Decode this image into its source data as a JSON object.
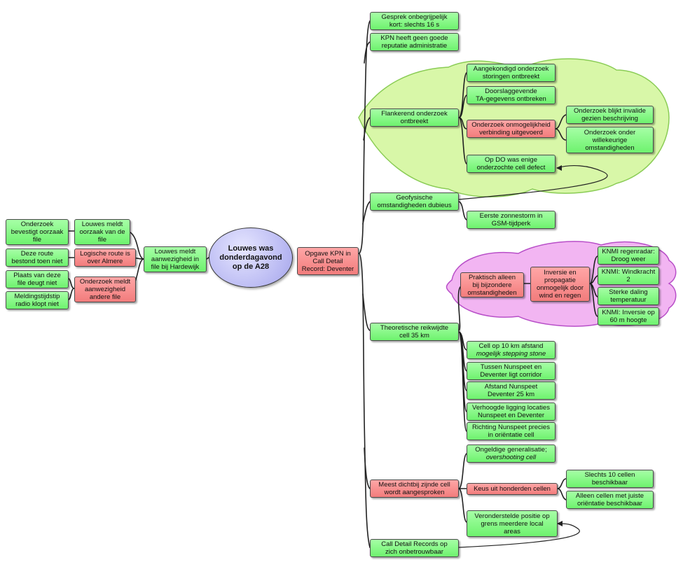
{
  "center": {
    "l1": "Louwes was",
    "l2": "donderdagavond",
    "l3": "op de A28"
  },
  "nodes": [
    {
      "id": "n1",
      "lines": [
        "Onderzoek",
        "bevestigt oorzaak",
        "file"
      ],
      "color": "green"
    },
    {
      "id": "n2",
      "lines": [
        "Louwes meldt",
        "oorzaak van de",
        "file"
      ],
      "color": "green"
    },
    {
      "id": "n3",
      "lines": [
        "Deze route",
        "bestond toen niet"
      ],
      "color": "green"
    },
    {
      "id": "n4",
      "lines": [
        "Logische route is",
        "over Almere"
      ],
      "color": "red"
    },
    {
      "id": "n5",
      "lines": [
        "Plaats van deze",
        "file deugt niet"
      ],
      "color": "green"
    },
    {
      "id": "n6",
      "lines": [
        "Onderzoek meldt",
        "aanwezigheid",
        "andere file"
      ],
      "color": "red"
    },
    {
      "id": "n7",
      "lines": [
        "Meldingstijdstip",
        "radio klopt niet"
      ],
      "color": "green"
    },
    {
      "id": "n8",
      "lines": [
        "Louwes meldt",
        "aanwezigheid in",
        "file bij Hardewijk"
      ],
      "color": "green"
    },
    {
      "id": "n9",
      "lines": [
        "Opgave KPN in",
        "Call Detail",
        "Record: Deventer"
      ],
      "color": "red"
    },
    {
      "id": "n10",
      "lines": [
        "Gesprek onbegrijpelijk",
        "kort: slechts 16 s"
      ],
      "color": "green"
    },
    {
      "id": "n11",
      "lines": [
        "KPN heeft geen goede",
        "reputatie administratie"
      ],
      "color": "green"
    },
    {
      "id": "n12",
      "lines": [
        "Flankerend onderzoek",
        "ontbreekt"
      ],
      "color": "green"
    },
    {
      "id": "n13",
      "lines": [
        "Aangekondigd onderzoek",
        "storingen ontbreekt"
      ],
      "color": "green"
    },
    {
      "id": "n14",
      "lines": [
        "Doorslaggevende",
        "TA-gegevens ontbreken"
      ],
      "color": "green"
    },
    {
      "id": "n15",
      "lines": [
        "Onderzoek onmogelijkheid",
        "verbinding uitgevoerd"
      ],
      "color": "red"
    },
    {
      "id": "n16",
      "lines": [
        "Onderzoek blijkt invalide",
        "gezien beschrijving"
      ],
      "color": "green"
    },
    {
      "id": "n17",
      "lines": [
        "Onderzoek onder",
        "willekeurige",
        "omstandigheden"
      ],
      "color": "green"
    },
    {
      "id": "n18",
      "lines": [
        "Op DO was enige",
        "onderzochte cell defect"
      ],
      "color": "green"
    },
    {
      "id": "n19",
      "lines": [
        "Geofysische",
        "omstandigheden dubieus"
      ],
      "color": "green"
    },
    {
      "id": "n20",
      "lines": [
        "Eerste zonnestorm in",
        "GSM-tijdperk"
      ],
      "color": "green"
    },
    {
      "id": "n21",
      "lines": [
        "KNMI regenradar:",
        "Droog weer"
      ],
      "color": "green"
    },
    {
      "id": "n22",
      "lines": [
        "Praktisch alleen",
        "bij bijzondere",
        "omstandigheden"
      ],
      "color": "red"
    },
    {
      "id": "n23",
      "lines": [
        "Inversie en",
        "propagatie",
        "onmogelijk door",
        "wind en regen"
      ],
      "color": "red"
    },
    {
      "id": "n24",
      "lines": [
        "KNMI: Windkracht",
        "2"
      ],
      "color": "green"
    },
    {
      "id": "n25",
      "lines": [
        "Sterke daling",
        "temperatuur"
      ],
      "color": "green"
    },
    {
      "id": "n26",
      "lines": [
        "KNMI: Inversie op",
        "60 m hoogte"
      ],
      "color": "green"
    },
    {
      "id": "n27",
      "lines": [
        "Theoretische reikwijdte",
        "cell 35 km"
      ],
      "color": "green"
    },
    {
      "id": "n28",
      "lines": [
        "Cell op 10 km afstand",
        "mogelijk stepping stone"
      ],
      "color": "green"
    },
    {
      "id": "n29",
      "lines": [
        "Tussen Nunspeet en",
        "Deventer ligt corridor"
      ],
      "color": "green"
    },
    {
      "id": "n30",
      "lines": [
        "Afstand Nunspeet",
        "Deventer 25 km"
      ],
      "color": "green"
    },
    {
      "id": "n31",
      "lines": [
        "Verhoogde ligging locaties",
        "Nunspeet en Deventer"
      ],
      "color": "green"
    },
    {
      "id": "n32",
      "lines": [
        "Richting Nunspeet precies",
        "in oriëntatie cell"
      ],
      "color": "green"
    },
    {
      "id": "n33",
      "lines": [
        "Ongeldige generalisatie;",
        "overshooting cell"
      ],
      "color": "green"
    },
    {
      "id": "n34",
      "lines": [
        "Meest dichtbij zijnde cell",
        "wordt aangesproken"
      ],
      "color": "red"
    },
    {
      "id": "n35",
      "lines": [
        "Keus uit honderden cellen"
      ],
      "color": "red"
    },
    {
      "id": "n36",
      "lines": [
        "Slechts 10 cellen",
        "beschikbaar"
      ],
      "color": "green"
    },
    {
      "id": "n37",
      "lines": [
        "Alleen cellen met juiste",
        "oriëntatie beschikbaar"
      ],
      "color": "green"
    },
    {
      "id": "n38",
      "lines": [
        "Veronderstelde positie op",
        "grens meerdere local",
        "areas"
      ],
      "color": "green"
    },
    {
      "id": "n39",
      "lines": [
        "Call Detail Records op",
        "zich onbetrouwbaar"
      ],
      "color": "green"
    }
  ]
}
